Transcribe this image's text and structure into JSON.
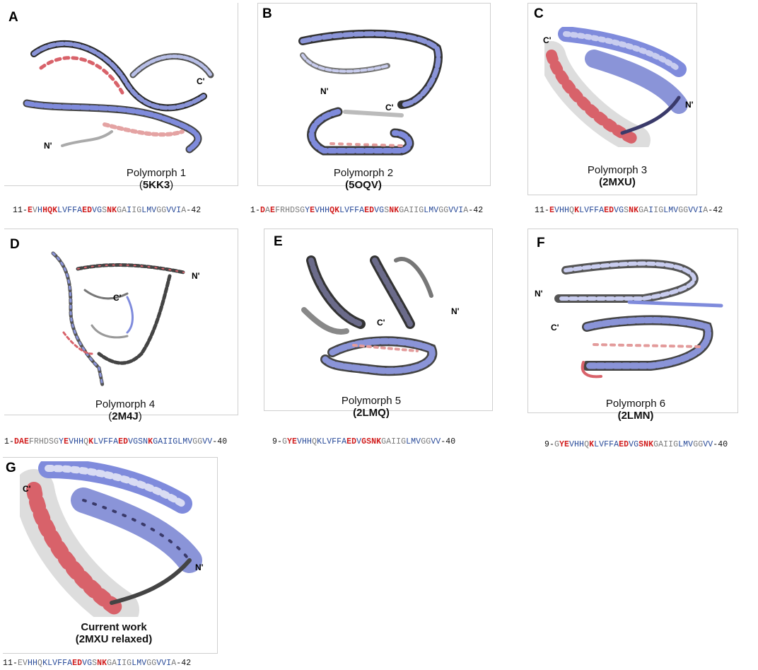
{
  "panels": [
    {
      "letter": "A",
      "caption_line1": "Polymorph 1",
      "caption_pdb": "5KK3",
      "c_term": "C'",
      "n_term": "N'",
      "sequence": [
        [
          "k",
          "11-"
        ],
        [
          "r",
          "E"
        ],
        [
          "g",
          "V"
        ],
        [
          "b",
          "H"
        ],
        [
          "r",
          "HQK"
        ],
        [
          "b",
          "LVFFA"
        ],
        [
          "r",
          "ED"
        ],
        [
          "b",
          "VG"
        ],
        [
          "g",
          "S"
        ],
        [
          "r",
          "NK"
        ],
        [
          "g",
          "GA"
        ],
        [
          "b",
          "I"
        ],
        [
          "g",
          "IG"
        ],
        [
          "b",
          "LMV"
        ],
        [
          "g",
          "GG"
        ],
        [
          "b",
          "VVI"
        ],
        [
          "g",
          "A"
        ],
        [
          "k",
          "-42"
        ]
      ]
    },
    {
      "letter": "B",
      "caption_line1": "Polymorph 2",
      "caption_pdb": "5OQV",
      "c_term": "C'",
      "n_term": "N'",
      "sequence": [
        [
          "k",
          "1-"
        ],
        [
          "r",
          "D"
        ],
        [
          "g",
          "A"
        ],
        [
          "r",
          "E"
        ],
        [
          "g",
          "FRHDSG"
        ],
        [
          "b",
          "Y"
        ],
        [
          "r",
          "E"
        ],
        [
          "b",
          "VHH"
        ],
        [
          "r",
          "QK"
        ],
        [
          "b",
          "LVFFA"
        ],
        [
          "r",
          "ED"
        ],
        [
          "b",
          "VG"
        ],
        [
          "g",
          "S"
        ],
        [
          "r",
          "NK"
        ],
        [
          "g",
          "GAIIG"
        ],
        [
          "b",
          "LMV"
        ],
        [
          "g",
          "GG"
        ],
        [
          "b",
          "VVI"
        ],
        [
          "g",
          "A"
        ],
        [
          "k",
          "-42"
        ]
      ]
    },
    {
      "letter": "C",
      "caption_line1": "Polymorph 3",
      "caption_pdb": "2MXU",
      "c_term": "C'",
      "n_term": "N'",
      "sequence": [
        [
          "k",
          "11-"
        ],
        [
          "r",
          "E"
        ],
        [
          "b",
          "VHH"
        ],
        [
          "g",
          "Q"
        ],
        [
          "r",
          "K"
        ],
        [
          "b",
          "LVFFA"
        ],
        [
          "r",
          "ED"
        ],
        [
          "b",
          "VG"
        ],
        [
          "g",
          "S"
        ],
        [
          "r",
          "NK"
        ],
        [
          "g",
          "GA"
        ],
        [
          "b",
          "I"
        ],
        [
          "g",
          "IG"
        ],
        [
          "b",
          "LMV"
        ],
        [
          "g",
          "GG"
        ],
        [
          "b",
          "VVI"
        ],
        [
          "g",
          "A"
        ],
        [
          "k",
          "-42"
        ]
      ]
    },
    {
      "letter": "D",
      "caption_line1": "Polymorph 4",
      "caption_pdb": "2M4J",
      "c_term": "C'",
      "n_term": "N'",
      "sequence": [
        [
          "k",
          "1-"
        ],
        [
          "r",
          "DAE"
        ],
        [
          "g",
          "FRHDSG"
        ],
        [
          "b",
          "Y"
        ],
        [
          "r",
          "E"
        ],
        [
          "b",
          "VHH"
        ],
        [
          "g",
          "Q"
        ],
        [
          "r",
          "K"
        ],
        [
          "b",
          "LVFFA"
        ],
        [
          "r",
          "ED"
        ],
        [
          "b",
          "VGSN"
        ],
        [
          "r",
          "K"
        ],
        [
          "b",
          "GAIIGLMV"
        ],
        [
          "g",
          "GG"
        ],
        [
          "b",
          "VV"
        ],
        [
          "k",
          "-40"
        ]
      ]
    },
    {
      "letter": "E",
      "caption_line1": "Polymorph 5",
      "caption_pdb": "2LMQ",
      "c_term": "C'",
      "n_term": "N'",
      "sequence": [
        [
          "k",
          "9-"
        ],
        [
          "g",
          "G"
        ],
        [
          "r",
          "YE"
        ],
        [
          "b",
          "VHH"
        ],
        [
          "g",
          "Q"
        ],
        [
          "b",
          "K"
        ],
        [
          "b",
          "LVFFA"
        ],
        [
          "r",
          "ED"
        ],
        [
          "b",
          "V"
        ],
        [
          "r",
          "GSNK"
        ],
        [
          "g",
          "GAIIG"
        ],
        [
          "b",
          "LMV"
        ],
        [
          "g",
          "GG"
        ],
        [
          "b",
          "VV"
        ],
        [
          "k",
          "-40"
        ]
      ]
    },
    {
      "letter": "F",
      "caption_line1": "Polymorph 6",
      "caption_pdb": "2LMN",
      "c_term": "C'",
      "n_term": "N'",
      "sequence": [
        [
          "k",
          "9-"
        ],
        [
          "g",
          "G"
        ],
        [
          "r",
          "YE"
        ],
        [
          "b",
          "VHH"
        ],
        [
          "g",
          "Q"
        ],
        [
          "r",
          "K"
        ],
        [
          "b",
          "LVFFA"
        ],
        [
          "r",
          "ED"
        ],
        [
          "b",
          "VG"
        ],
        [
          "r",
          "SNK"
        ],
        [
          "g",
          "GAIIG"
        ],
        [
          "b",
          "LMV"
        ],
        [
          "g",
          "GG"
        ],
        [
          "b",
          "VV"
        ],
        [
          "k",
          "-40"
        ]
      ]
    },
    {
      "letter": "G",
      "caption_line1": "Current work",
      "caption_pdb": "2MXU relaxed",
      "c_term": "C'",
      "n_term": "N'",
      "sequence": [
        [
          "k",
          "11-"
        ],
        [
          "g",
          "EV"
        ],
        [
          "b",
          "HH"
        ],
        [
          "g",
          "Q"
        ],
        [
          "b",
          "KLVFFA"
        ],
        [
          "r",
          "ED"
        ],
        [
          "b",
          "VG"
        ],
        [
          "g",
          "S"
        ],
        [
          "r",
          "NK"
        ],
        [
          "g",
          "GA"
        ],
        [
          "b",
          "I"
        ],
        [
          "g",
          "IG"
        ],
        [
          "b",
          "LMV"
        ],
        [
          "g",
          "GG"
        ],
        [
          "b",
          "VVI"
        ],
        [
          "g",
          "A"
        ],
        [
          "k",
          "-42"
        ]
      ]
    }
  ],
  "colors": {
    "hydrophobic_blue": "#6f7fd8",
    "charged_red": "#d8626a",
    "neutral_white": "#e8e8e8",
    "edge_dark": "#2b2b2b"
  }
}
